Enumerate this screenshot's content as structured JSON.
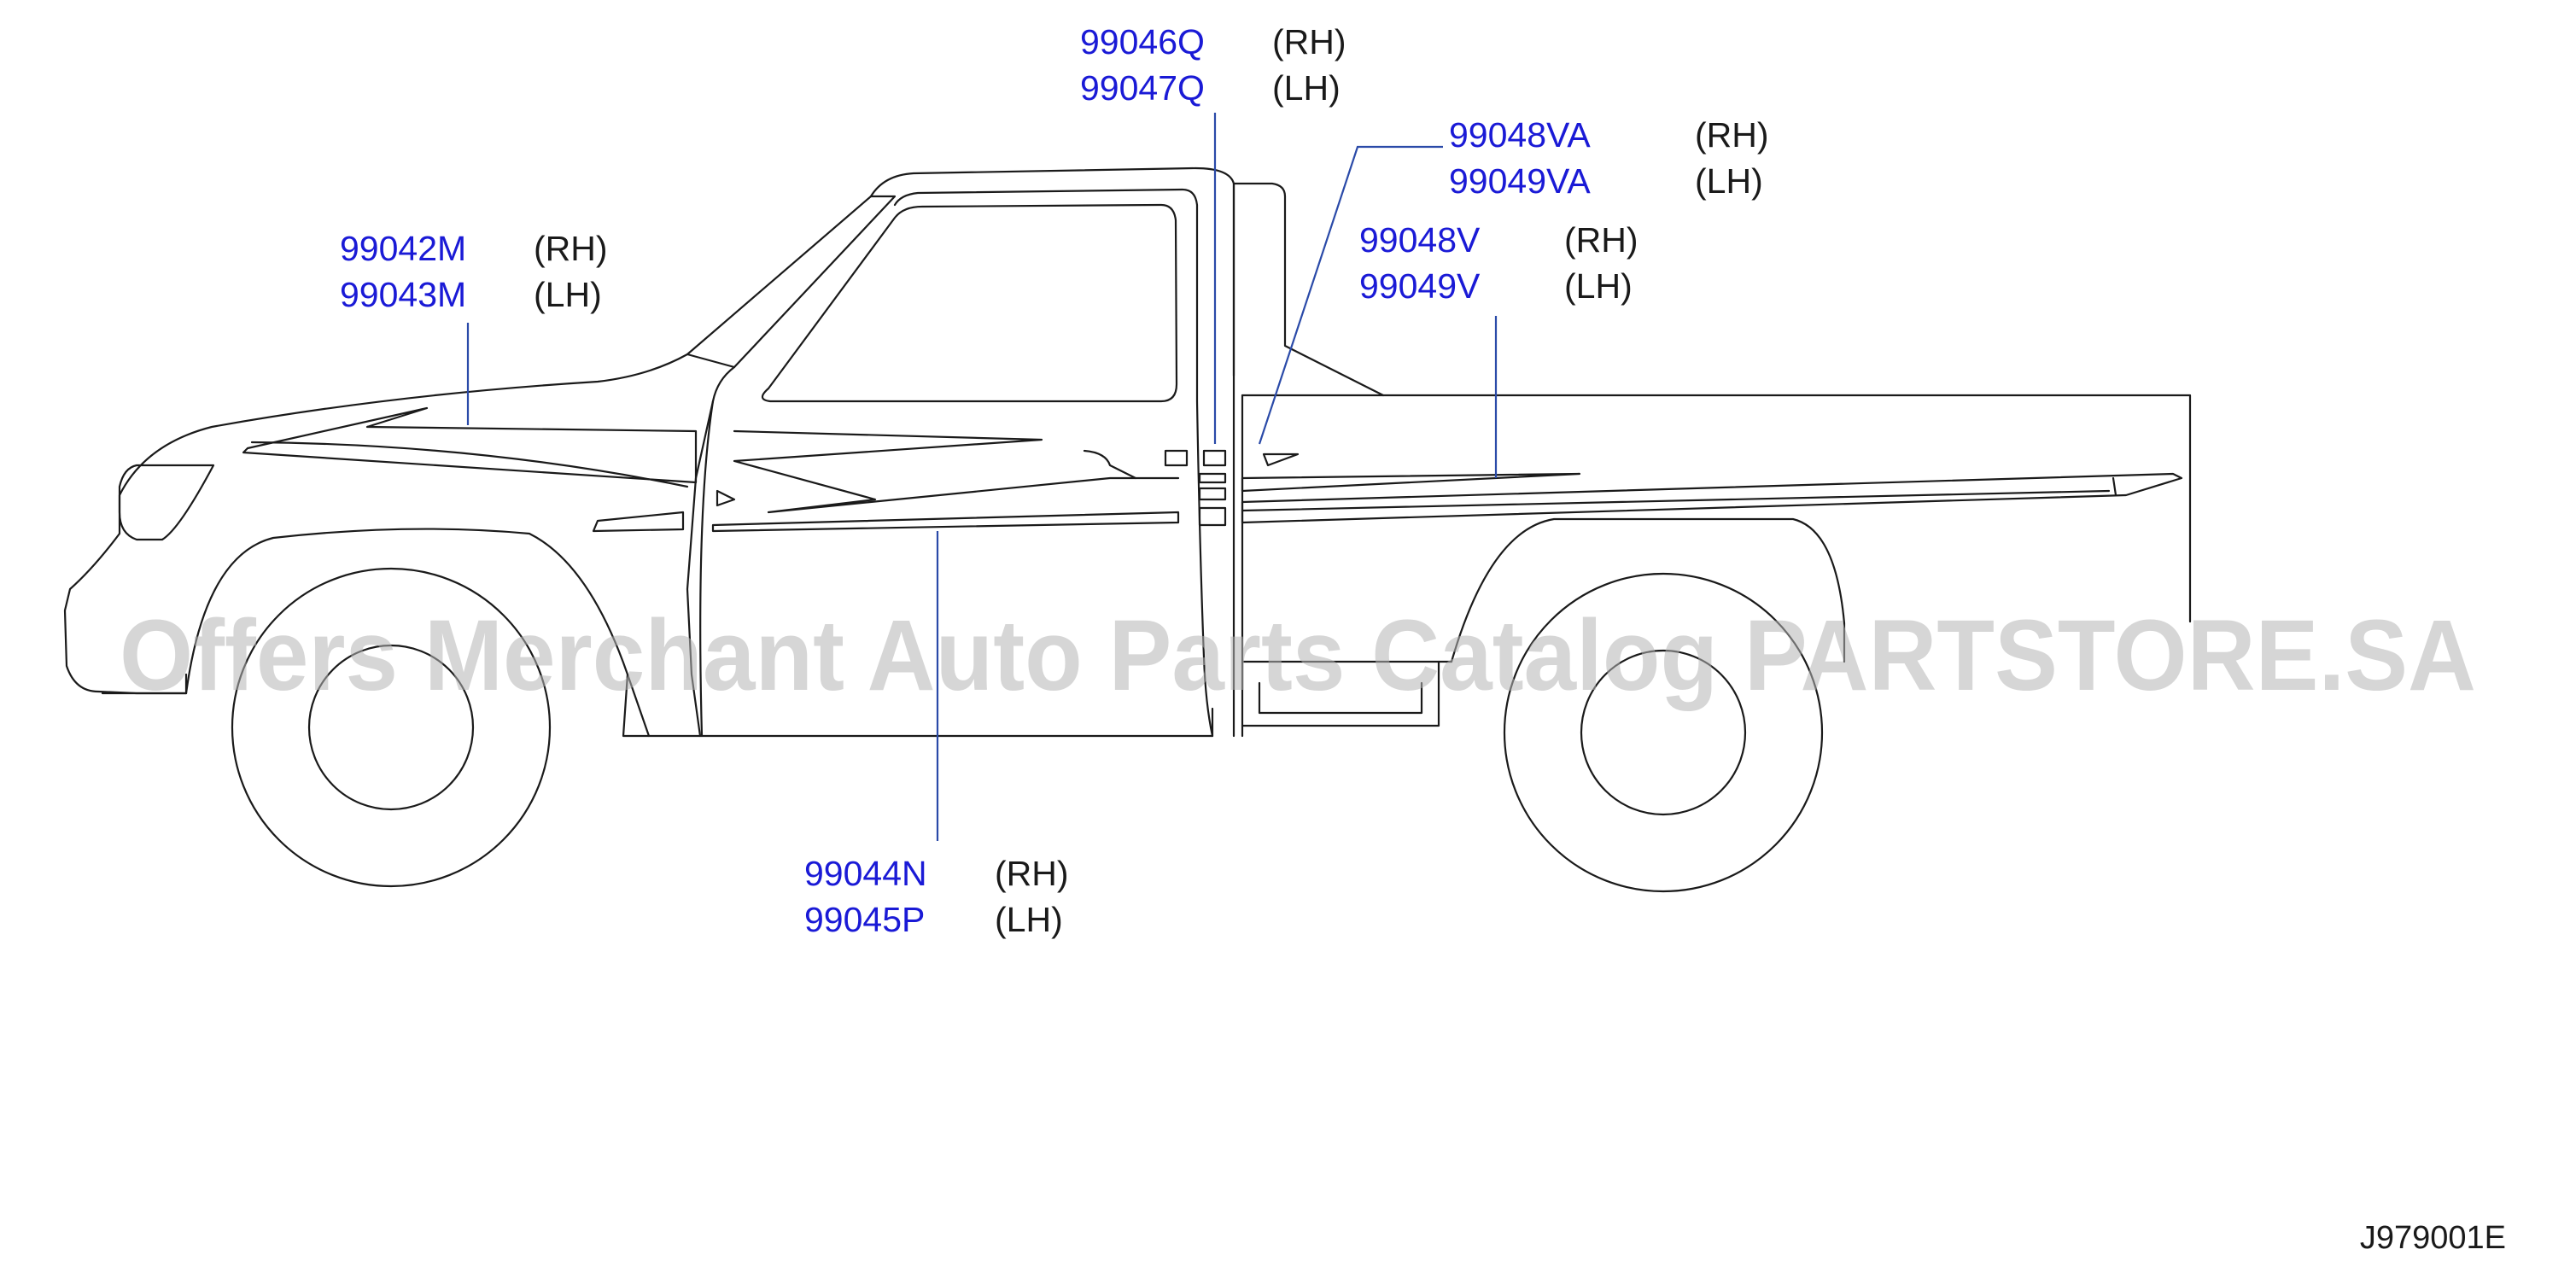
{
  "callouts": [
    {
      "id": "roof-pillar-stripe",
      "rh_part": "99046Q",
      "rh_side": "(RH)",
      "lh_part": "99047Q",
      "lh_side": "(LH)"
    },
    {
      "id": "bed-front-stripe",
      "rh_part": "99048VA",
      "rh_side": "(RH)",
      "lh_part": "99049VA",
      "lh_side": "(LH)"
    },
    {
      "id": "fender-stripe",
      "rh_part": "99042M",
      "rh_side": "(RH)",
      "lh_part": "99043M",
      "lh_side": "(LH)"
    },
    {
      "id": "bed-side-stripe",
      "rh_part": "99048V",
      "rh_side": "(RH)",
      "lh_part": "99049V",
      "lh_side": "(LH)"
    },
    {
      "id": "door-stripe",
      "rh_part": "99044N",
      "rh_side": "(RH)",
      "lh_part": "99045P",
      "lh_side": "(LH)"
    }
  ],
  "watermark": "Offers Merchant Auto Parts Catalog PARTSTORE.SA",
  "diagram_code": "J979001E",
  "colors": {
    "part_number": "#1a1ad6",
    "leader": "#2a4aa8",
    "outline": "#1a1a1a",
    "watermark": "#b4b4b4"
  }
}
